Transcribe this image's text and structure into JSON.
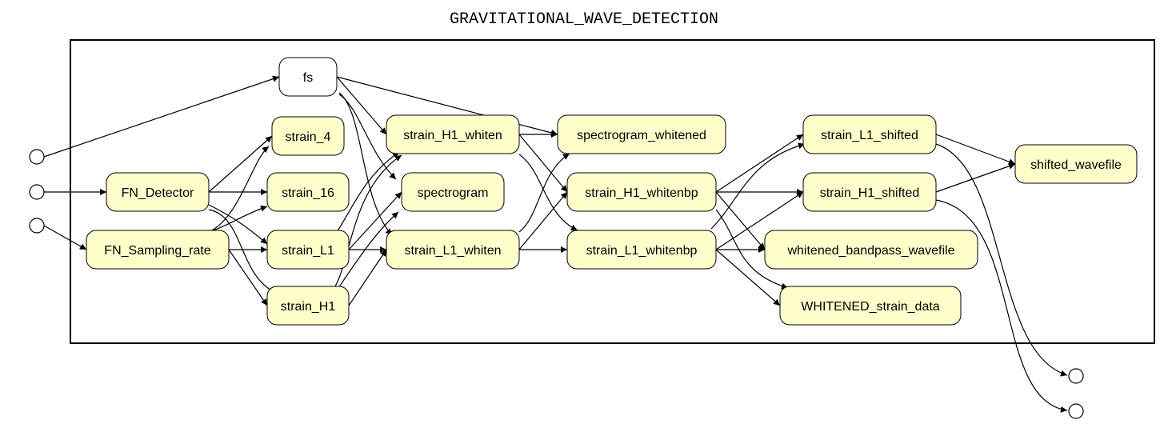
{
  "diagram": {
    "title": "GRAVITATIONAL_WAVE_DETECTION",
    "colors": {
      "node_fill": "#ffffcc",
      "param_fill": "#ffffff",
      "stroke": "#000000"
    },
    "nodes": [
      {
        "id": "fs",
        "label": "fs",
        "kind": "param"
      },
      {
        "id": "strain_4",
        "label": "strain_4",
        "kind": "data"
      },
      {
        "id": "FN_Detector",
        "label": "FN_Detector",
        "kind": "data"
      },
      {
        "id": "strain_16",
        "label": "strain_16",
        "kind": "data"
      },
      {
        "id": "FN_Sampling_rate",
        "label": "FN_Sampling_rate",
        "kind": "data"
      },
      {
        "id": "strain_L1",
        "label": "strain_L1",
        "kind": "data"
      },
      {
        "id": "strain_H1",
        "label": "strain_H1",
        "kind": "data"
      },
      {
        "id": "strain_H1_whiten",
        "label": "strain_H1_whiten",
        "kind": "data"
      },
      {
        "id": "spectrogram",
        "label": "spectrogram",
        "kind": "data"
      },
      {
        "id": "strain_L1_whiten",
        "label": "strain_L1_whiten",
        "kind": "data"
      },
      {
        "id": "spectrogram_whitened",
        "label": "spectrogram_whitened",
        "kind": "data"
      },
      {
        "id": "strain_H1_whitenbp",
        "label": "strain_H1_whitenbp",
        "kind": "data"
      },
      {
        "id": "strain_L1_whitenbp",
        "label": "strain_L1_whitenbp",
        "kind": "data"
      },
      {
        "id": "strain_L1_shifted",
        "label": "strain_L1_shifted",
        "kind": "data"
      },
      {
        "id": "strain_H1_shifted",
        "label": "strain_H1_shifted",
        "kind": "data"
      },
      {
        "id": "whitened_bandpass_wavefile",
        "label": "whitened_bandpass_wavefile",
        "kind": "data"
      },
      {
        "id": "WHITENED_strain_data",
        "label": "WHITENED_strain_data",
        "kind": "data"
      },
      {
        "id": "shifted_wavefile",
        "label": "shifted_wavefile",
        "kind": "data"
      }
    ],
    "inputs": [
      "in_fs",
      "in_detector",
      "in_sampling"
    ],
    "outputs": [
      "out_1",
      "out_2"
    ],
    "edges": [
      [
        "in_fs",
        "fs"
      ],
      [
        "in_detector",
        "FN_Detector"
      ],
      [
        "in_sampling",
        "FN_Sampling_rate"
      ],
      [
        "fs",
        "strain_H1_whiten"
      ],
      [
        "fs",
        "spectrogram_whitened"
      ],
      [
        "fs",
        "spectrogram"
      ],
      [
        "fs",
        "strain_L1_whiten"
      ],
      [
        "FN_Detector",
        "strain_4"
      ],
      [
        "FN_Detector",
        "strain_16"
      ],
      [
        "FN_Detector",
        "strain_L1"
      ],
      [
        "FN_Detector",
        "strain_H1"
      ],
      [
        "FN_Sampling_rate",
        "strain_4"
      ],
      [
        "FN_Sampling_rate",
        "strain_16"
      ],
      [
        "FN_Sampling_rate",
        "strain_L1"
      ],
      [
        "FN_Sampling_rate",
        "strain_H1"
      ],
      [
        "strain_L1",
        "strain_H1_whiten"
      ],
      [
        "strain_L1",
        "spectrogram"
      ],
      [
        "strain_L1",
        "strain_L1_whiten"
      ],
      [
        "strain_H1",
        "strain_H1_whiten"
      ],
      [
        "strain_H1",
        "spectrogram"
      ],
      [
        "strain_H1",
        "strain_L1_whiten"
      ],
      [
        "strain_H1_whiten",
        "spectrogram_whitened"
      ],
      [
        "strain_H1_whiten",
        "strain_H1_whitenbp"
      ],
      [
        "strain_H1_whiten",
        "strain_L1_whitenbp"
      ],
      [
        "strain_L1_whiten",
        "spectrogram_whitened"
      ],
      [
        "strain_L1_whiten",
        "strain_H1_whitenbp"
      ],
      [
        "strain_L1_whiten",
        "strain_L1_whitenbp"
      ],
      [
        "strain_H1_whitenbp",
        "strain_L1_shifted"
      ],
      [
        "strain_H1_whitenbp",
        "strain_H1_shifted"
      ],
      [
        "strain_H1_whitenbp",
        "whitened_bandpass_wavefile"
      ],
      [
        "strain_H1_whitenbp",
        "WHITENED_strain_data"
      ],
      [
        "strain_L1_whitenbp",
        "strain_L1_shifted"
      ],
      [
        "strain_L1_whitenbp",
        "strain_H1_shifted"
      ],
      [
        "strain_L1_whitenbp",
        "whitened_bandpass_wavefile"
      ],
      [
        "strain_L1_whitenbp",
        "WHITENED_strain_data"
      ],
      [
        "strain_L1_shifted",
        "shifted_wavefile"
      ],
      [
        "strain_H1_shifted",
        "shifted_wavefile"
      ],
      [
        "strain_L1_shifted",
        "out_1"
      ],
      [
        "strain_H1_shifted",
        "out_2"
      ]
    ]
  }
}
